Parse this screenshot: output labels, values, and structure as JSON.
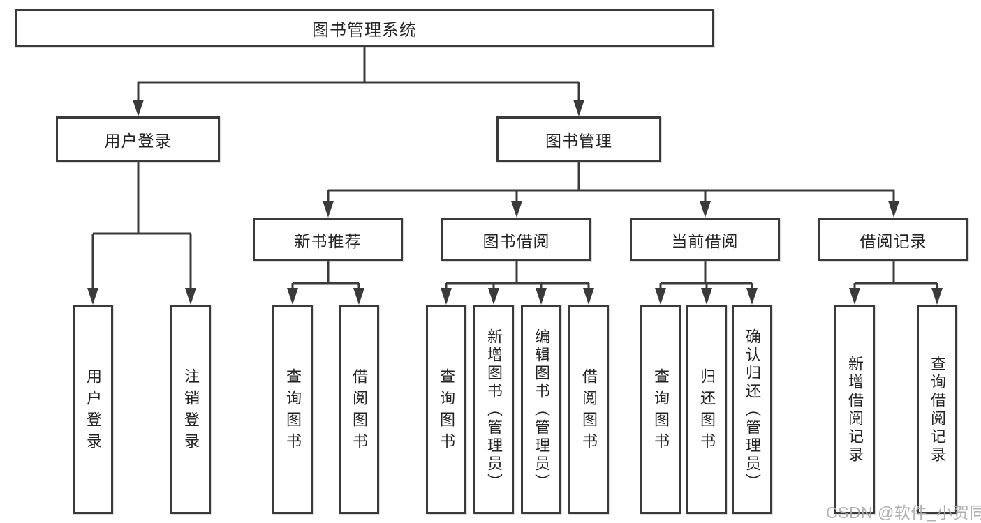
{
  "diagram": {
    "title": "图书管理系统",
    "root": {
      "label": "图书管理系统"
    },
    "level2": [
      {
        "label": "用户登录"
      },
      {
        "label": "图书管理"
      }
    ],
    "level3": [
      {
        "label": "新书推荐"
      },
      {
        "label": "图书借阅"
      },
      {
        "label": "当前借阅"
      },
      {
        "label": "借阅记录"
      }
    ],
    "leaves": [
      {
        "label": "用户登录"
      },
      {
        "label": "注销登录"
      },
      {
        "label": "查询图书"
      },
      {
        "label": "借阅图书"
      },
      {
        "label": "查询图书"
      },
      {
        "label": "新增图书（管理员）"
      },
      {
        "label": "编辑图书（管理员）"
      },
      {
        "label": "借阅图书"
      },
      {
        "label": "查询图书"
      },
      {
        "label": "归还图书"
      },
      {
        "label": "确认归还（管理员）"
      },
      {
        "label": "新增借阅记录"
      },
      {
        "label": "查询借阅记录"
      }
    ]
  },
  "watermark": {
    "text": "CSDN @软件_小贺同学"
  },
  "colors": {
    "line": "#3a3a3a",
    "node_border": "#3a3a3a",
    "node_text": "#242424",
    "background": "#ffffff",
    "watermark_text": "#a8a8a8"
  }
}
